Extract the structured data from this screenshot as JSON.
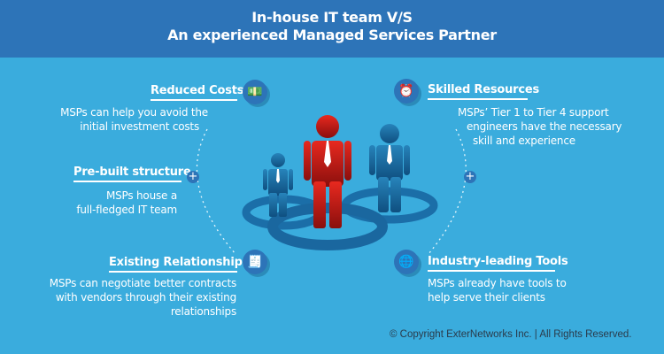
{
  "title": {
    "line1": "In-house IT team V/S",
    "line2": "An experienced Managed Services Partner"
  },
  "colors": {
    "header": "#2d74b8",
    "background": "#3aacdd",
    "accent_figure": "#d4231c",
    "figures": "#1f6fa6"
  },
  "left_items": [
    {
      "title": "Reduced Costs",
      "icon": "money-icon",
      "desc": [
        "MSPs can help you avoid the",
        "initial investment costs"
      ]
    },
    {
      "title": "Pre-built structure",
      "icon": "plus-icon",
      "desc": [
        "MSPs house a",
        "full-fledged IT team"
      ]
    },
    {
      "title": "Existing Relationships",
      "icon": "certificate-icon",
      "desc": [
        "MSPs can negotiate better contracts",
        "with vendors through their existing",
        "relationships"
      ]
    }
  ],
  "right_items": [
    {
      "title": "Skilled Resources",
      "icon": "alarm-clock-icon",
      "desc": [
        "MSPs’ Tier 1 to Tier 4 support",
        "engineers have the necessary",
        "skill and experience"
      ]
    },
    {
      "title": "Industry-leading Tools",
      "icon": "globe-icon",
      "desc": [
        "MSPs already have tools to",
        "help serve their clients"
      ]
    }
  ],
  "plus_symbol": "+",
  "copyright": "© Copyright ExterNetworks Inc. | All Rights Reserved."
}
